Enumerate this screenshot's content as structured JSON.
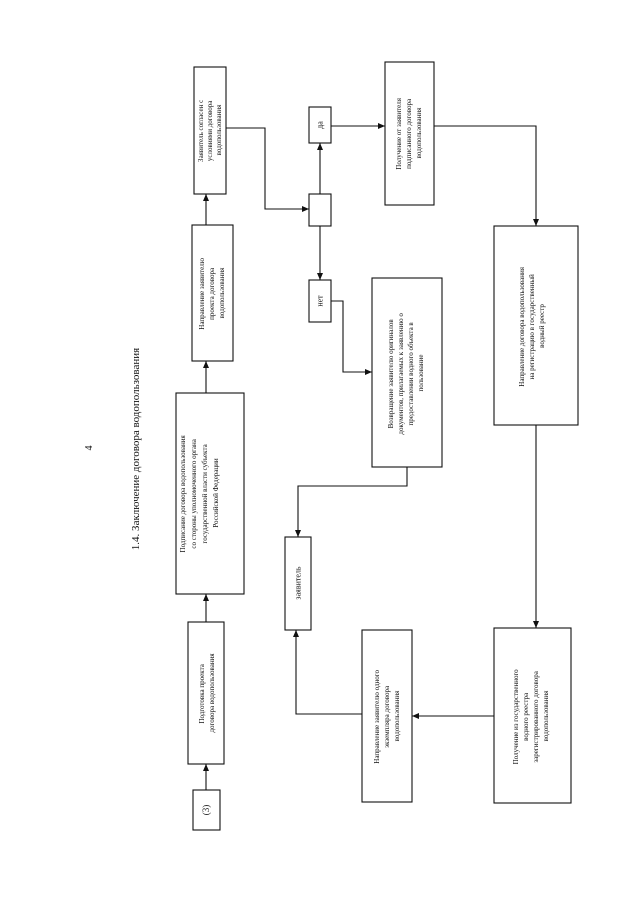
{
  "page_number": "4",
  "section_title": "1.4. Заключение договора водопользования",
  "nodes": {
    "start": "(3)",
    "prepare": [
      "Подготовка проекта",
      "договора водопользования"
    ],
    "sign": [
      "Подписание договора водопользования",
      "со стороны уполномоченного органа",
      "государственной власти субъекта",
      "Российской Федерации"
    ],
    "send_draft": [
      "Направление заявителю",
      "проекта договора",
      "водопользования"
    ],
    "agree": [
      "Заявитель согласен с",
      "условиями договора",
      "водопользования"
    ],
    "yes": "да",
    "no": "нет",
    "receive_signed": [
      "Получение от заявителя",
      "подписанного договора",
      "водопользования"
    ],
    "return_docs": [
      "Возвращение заявителю оригиналов",
      "документов, прилагаемых к заявлению о",
      "предоставлении водного объекта в",
      "пользование"
    ],
    "register": [
      "Направление договора водопользования",
      "на регистрацию в государственный",
      "водный реестр"
    ],
    "applicant": "заявитель",
    "receive_registered": [
      "Получение из государственного",
      "водного реестра",
      "зарегистрированного договора",
      "водопользования"
    ],
    "send_copy": [
      "Направление заявителю одного",
      "экземпляра договора",
      "водопользования"
    ]
  }
}
